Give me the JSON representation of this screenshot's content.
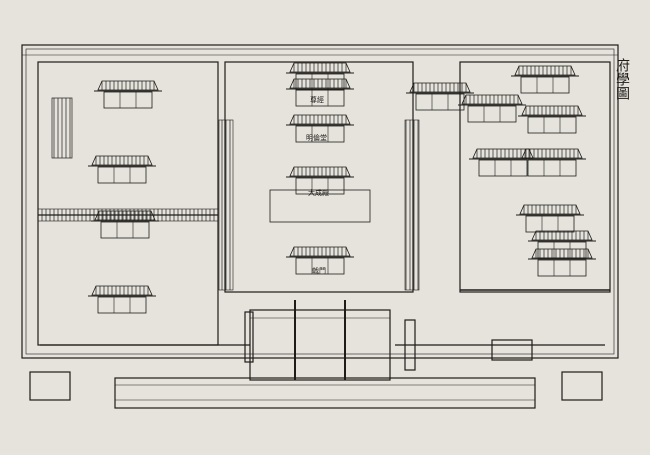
{
  "map": {
    "title": "府學圖",
    "labels": {
      "hall_top": "尊經",
      "hall_mid": "明倫堂",
      "hall_main": "大成殿",
      "gate": "戟門"
    },
    "colors": {
      "paper": "#e6e3dc",
      "ink": "#1e1c19"
    }
  }
}
